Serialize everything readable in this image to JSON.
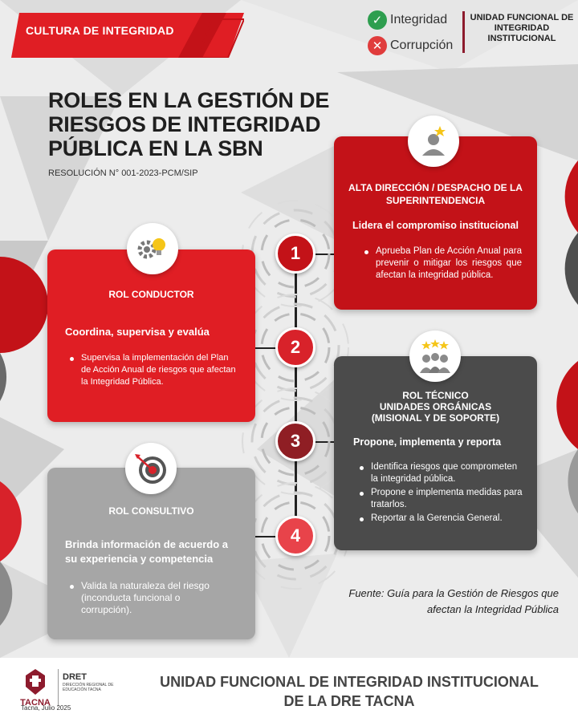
{
  "header": {
    "banner_label": "CULTURA DE INTEGRIDAD",
    "legend": [
      {
        "icon": "check-icon",
        "label": "Integridad",
        "color": "#2e9e4f"
      },
      {
        "icon": "cross-icon",
        "label": "Corrupción",
        "color": "#e03c3c"
      }
    ],
    "unit_line1": "UNIDAD FUNCIONAL DE",
    "unit_line2": "INTEGRIDAD",
    "unit_line3": "INSTITUCIONAL"
  },
  "title": {
    "line1": "ROLES EN LA GESTIÓN DE",
    "line2": "RIESGOS DE INTEGRIDAD",
    "line3": "PÚBLICA EN LA SBN",
    "subtitle": "RESOLUCIÓN N° 001-2023-PCM/SIP"
  },
  "steps": [
    "1",
    "2",
    "3",
    "4"
  ],
  "cards": {
    "alta_direccion": {
      "icon": "star-person-icon",
      "heading_line1": "ALTA DIRECCIÓN / DESPACHO DE LA",
      "heading_line2": "SUPERINTENDENCIA",
      "sub": "Lidera el compromiso institucional",
      "items": [
        "Aprueba Plan de Acción Anual para prevenir o mitigar los riesgos que afectan la integridad pública."
      ]
    },
    "conductor": {
      "icon": "gears-bulb-icon",
      "heading": "ROL CONDUCTOR",
      "sub": "Coordina, supervisa y evalúa",
      "items": [
        "Supervisa la implementación del Plan de Acción Anual de riesgos que afectan la Integridad Pública."
      ]
    },
    "tecnico": {
      "icon": "team-stars-icon",
      "heading_line1": "ROL TÉCNICO",
      "heading_line2": "UNIDADES ORGÁNICAS",
      "heading_line3": "(MISIONAL Y DE SOPORTE)",
      "sub": "Propone, implementa y reporta",
      "items": [
        "Identifica riesgos que comprometen la integridad pública.",
        "Propone e implementa medidas para tratarlos.",
        "Reportar a la Gerencia General."
      ]
    },
    "consultivo": {
      "icon": "target-icon",
      "heading": "ROL CONSULTIVO",
      "sub_line1": "Brinda información de acuerdo a",
      "sub_line2": "su experiencia y competencia",
      "items": [
        "Valida la naturaleza del riesgo (inconducta funcional o corrupción)."
      ]
    }
  },
  "source": {
    "line1": "Fuente: Guía para la Gestión de Riesgos que",
    "line2": "afectan la Integridad Pública"
  },
  "footer": {
    "logo_tacna": "TACNA",
    "logo_dret": "DRET",
    "logo_dret_sub": "DIRECCIÓN REGIONAL DE EDUCACIÓN TACNA",
    "date": "Tacna, Julio 2025",
    "title_line1": "UNIDAD FUNCIONAL DE INTEGRIDAD INSTITUCIONAL",
    "title_line2": "DE LA DRE TACNA"
  },
  "colors": {
    "red": "#e01e24",
    "crimson": "#c31218",
    "dark_gray": "#4b4b4b",
    "light_gray": "#a6a6a6",
    "node_red": "#d8222a",
    "node_maroon": "#8f1e24"
  }
}
